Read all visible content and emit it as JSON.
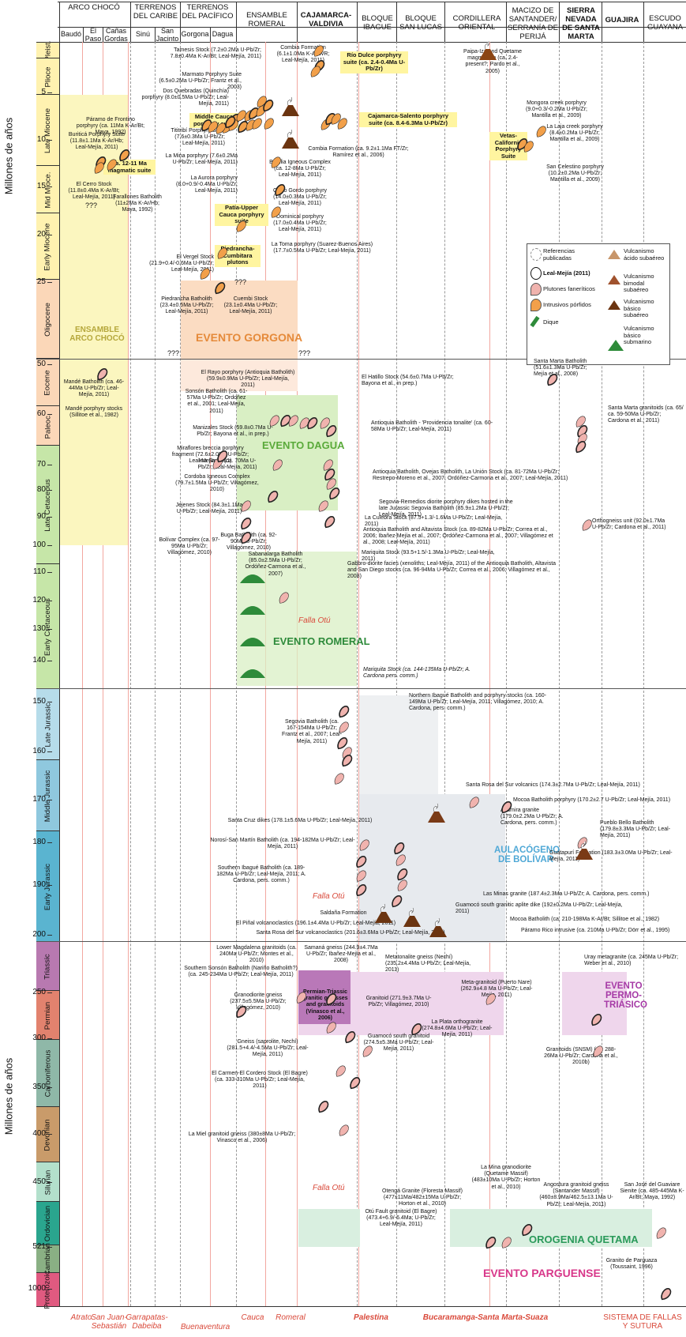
{
  "headers": {
    "arco_choco": "ARCO CHOCÓ",
    "baudo": "Baudó",
    "el_paso": "El Paso",
    "canas_gordas": "Cañas Gordas",
    "terrenos_caribe": "TERRENOS DEL CARIBE",
    "sinu": "Sinú",
    "san_jacinto": "San Jacinto",
    "terrenos_pacifico": "TERRENOS DEL PACÍFICO",
    "gorgona": "Gorgona",
    "dagua": "Dagua",
    "ensamble_romeral": "ENSAMBLE ROMERAL",
    "cajamarca_valdivia": "CAJAMARCA-VALDIVIA",
    "bloque_ibague": "BLOQUE IBAGUE",
    "bloque_san_lucas": "BLOQUE SAN LUCAS",
    "cordillera_oriental": "CORDILLERA ORIENTAL",
    "macizo": "MACIZO DE SANTANDER/ SERRANÍA DE PERIJÁ",
    "sierra_nevada": "SIERRA NEVADA DE SANTA MARTA",
    "guajira": "GUAJIRA",
    "escudo_guayana": "ESCUDO GUAYANA"
  },
  "y_axis_label": "Millones de años",
  "ticks_upper": [
    "5",
    "10",
    "15",
    "20",
    "25",
    "50",
    "60",
    "70",
    "80",
    "90",
    "100",
    "110",
    "120",
    "130",
    "140"
  ],
  "ticks_lower": [
    "150",
    "160",
    "170",
    "180",
    "190",
    "200",
    "250",
    "300",
    "350",
    "400",
    "450",
    "521",
    "1000"
  ],
  "periods": {
    "pleist": "Pleist.",
    "plioce": "Plioce",
    "late_miocene": "Late Miocene",
    "mid_mioce": "Mid Mioce.",
    "early_miocene": "Early Miocene",
    "oligocene": "Oligocene",
    "eocene": "Eocene",
    "paleoc": "Paleoc.",
    "late_cretaceous": "Late Cetaceous",
    "early_cretaceous": "Early Cretaceous",
    "late_jurassic": "Late Jurassic",
    "middle_jurassic": "Middle Jurassic",
    "early_jurassic": "Early Jurassic",
    "triassic": "Triassic",
    "permian": "Permian",
    "carboniferous": "Carboniferous",
    "devonian": "Devonian",
    "silurian": "Silurian",
    "ordovician": "Ordovician",
    "cambrian": "Cambrian",
    "proterozoic": "Proterozoic"
  },
  "events": {
    "ensamble_arco_choco": "ENSAMBLE ARCO CHOCÓ",
    "evento_gorgona": "EVENTO GORGONA",
    "evento_dagua": "EVENTO DAGUA",
    "evento_romeral": "EVENTO ROMERAL",
    "aulacogeno": "AULACÓGENO DE BOLÍVAR",
    "evento_permo": "EVENTO PERMO-TRIÁSICO",
    "orogenia_quetama": "OROGENIA QUETAMA",
    "evento_parguense": "EVENTO PARGUENSE",
    "falla_otu_1": "Falla Otú",
    "falla_otu_2": "Falla Otú",
    "falla_otu_3": "Falla Otú",
    "qqq": "???"
  },
  "highlight_boxes": {
    "rio_dulce": "Río Dulce porphyry suite (ca. 2.4-0.4Ma U-Pb/Zr)",
    "cajamarca_salento": "Cajamarca-Salento porphyry suite (ca. 8.4-6.3Ma U-Pb/Zr)",
    "middle_cauca": "Middle Cauca porphyry suite",
    "magmatic_12_11": "ca. 12-11 Ma magmatic suite",
    "patia": "Patía-Upper Cauca porphyry suite",
    "piedrancha_cumbitara": "Piedrancha-Cumbitara plutons",
    "vetas": "Vetas-California Porphyry Suite",
    "permian_triassic": "Permian-Triassic granitic gneisses and granitoids (Vinasco et al., 2006)"
  },
  "legend": {
    "referencias": "Referencias publicadas",
    "leal": "Leal-Mejía (2011)",
    "plutones": "Plutones faneríticos",
    "intrusivos": "Intrusivos pórfidos",
    "dique": "Dique",
    "v_acido": "Vulcanismo ácido subaéreo",
    "v_bimodal": "Vulcanismo bimodal subaéreo",
    "v_basico": "Vulcanismo básico subaéreo",
    "v_submarino": "Vulcanismo básico submarino"
  },
  "annotations": [
    "Tamesis Stock (7.2±0.2Ma U-Pb/Zr; 7.8±0.4Ma K-Ar/Bt; Leal-Mejía, 2011)",
    "Marmato Porphyry Suite (6.5±0.2Ma U-Pb/Zr; Frantz et al., 2003)",
    "Dos Quebradas (Quinchía) porphyry (8.0±0.5Ma U-Pb/Zr; Leal-Mejía, 2011)",
    "Combia Formation (6.1±1.0Ma K-Ar/WR; Leal-Mejía, 2011)",
    "Paipa-Iza and Quetame magmatism (ca. 2.4-present?; Pardo et al., 2005)",
    "Páramo de Frontino porphyry (ca. 11Ma K-Ar/Bt; Maya, 1992)",
    "Buriticá Porphyry Suite (11.8±1.1Ma K-Ar/Hb; Leal-Mejía, 2011)",
    "Tititribí Porphyry Suite (7.6±0.3Ma U-Pb/Zr; Leal-Mejía, 2011)",
    "Combia Formation (ca. 9.2±1.1Ma FT/Zr; Ramírez et al., 2006)",
    "Mongora creek porphyry (9.0+0.3/-0.2Ma U-Pb/Zr; Mantilla et al., 2009)",
    "La Laja creek porphyry (8.4±0.2Ma U-Pb/Zr; Mantilla et al., 2009)",
    "La Mina porphyry (7.6±0.2Ma U-Pb/Zr; Leal-Mejía, 2011)",
    "Betulia Igneous Complex (ca. 12-8Ma U-Pb/Zr; Leal-Mejía, 2011)",
    "San Celestino porphyry (10.2±0.2Ma U-Pb/Zr; Mantilla et al., 2009)",
    "El Cerro Stock (11.8±0.4Ma K-Ar/Bt; Leal-Mejía, 2011)",
    "Farallones Batholith (11±2Ma K-Ar/Hb; Maya, 1992)",
    "La Aurora porphyry (8.0+0.9/-0.4Ma U-Pb/Zr; Leal-Mejía, 2011)",
    "Cerro Gordo porphyry (14.0±0.3Ma U-Pb/Zr; Leal-Mejía, 2011)",
    "Dominical porphyry (17.0±0.4Ma U-Pb/Zr; Leal-Mejía, 2011)",
    "La Toma porphyry (Suarez-Buenos Aires) (17.7±0.5Ma U-Pb/Zr; Leal-Mejía, 2011)",
    "El Vergel Stock (21.9+0.4/-0.6Ma U-Pb/Zr; Leal-Mejía, 2011)",
    "Piedrancha Batholith (23.4±0.5Ma U-Pb/Zr; Leal-Mejía, 2011)",
    "Cuembi Stock (23.1±0.4Ma U-Pb/Zr; Leal-Mejía, 2011)",
    "El Rayo porphyry (Antioquia Batholith) (59.9±0.9Ma U-Pb/Zr; Leal-Mejía, 2011)",
    "El Hatillo Stock (54.6±0.7Ma U-Pb/Zr; Bayona et al., in prep.)",
    "Santa Marta Batholith (51.6±1.3Ma U-Pb/Zr; Mejía et al., 2008)",
    "Mandé Batholith (ca. 46-44Ma U-Pb/Zr; Leal-Mejía, 2011)",
    "Mandé porphyry stocks (Sillitoe et al., 1982)",
    "Sonsón Batholith (ca. 61-57Ma U-Pb/Zr; Ordoñez et al., 2001; Leal-Mejía, 2011)",
    "Antioquia Batholith - 'Providencia tonalite' (ca. 60-58Ma U-Pb/Zr; Leal-Mejía, 2011)",
    "Santa Marta granitoids (ca. 65/ ca. 59-50Ma U-Pb/Zr; Cardona et al., 2011)",
    "Manizales Stock (59.8±0.7Ma U-Pb/Zr; Bayona et al., in prep.)",
    "Miraflores breccia porphyry fragment (72.6±2.0Ma U-Pb/Zr; Leal-Mejía, 2011)",
    "Irra Stock (ca. 70Ma U-Pb/Zr; Leal-Mejía, 2011)",
    "Cordoba Igneous Complex (79.7±1.5Ma U-Pb/Zr; Villagómez, 2010)",
    "Antioquia Batholith, Ovejas Batholith, La Unión Stock (ca. 81-72Ma U-Pb/Zr; Restrepo-Moreno et al., 2007; Ordóñez-Carmona et al., 2007; Leal-Mejía, 2011)",
    "Segovia-Remedios diorite porphyry dikes hosted in the late Jurassic Segovia Batholith (85.9±1.2Ma U-Pb/Zr; Leal-Mejía, 2011)",
    "Jejenes Stock (84.3±1.1Ma U-Pb/Zr; Leal-Mejía, 2011)",
    "La Culebra Stock (87.5+1.3/-1.6Ma U-Pb/Zr; Leal-Mejía, 2011)",
    "Buga Batholith (ca. 92-90Ma U-Pb/Zr; Villagómez, 2010)",
    "Antioquia Batholith and Altavista Stock (ca. 89-82Ma U-Pb/Zr; Correa et al., 2006; Ibañez-Mejía et al., 2007; Ordóñez-Carmona et al., 2007; Villagómez et al., 2008; Leal-Mejía, 2011)",
    "Orthogneiss unit (92.0±1.7Ma U-Pb/Zr; Cardona et al., 2011)",
    "Bolívar Complex (ca. 97-95Ma U-Pb/Zr; Villagómez, 2010)",
    "Sabanalarga Batholith (85.0±2.5Ma U-Pb/Zr; Ordóñez-Carmona et al., 2007)",
    "Mariquita Stock (93.5+1.5/-1.3Ma U-Pb/Zr; Leal-Mejía, 2011)",
    "Gabbro-diorite facies (xenoliths; Leal-Mejía, 2011) of the Antioquia Batholith, Altavista and San Diego stocks (ca. 96-94Ma U-Pb/Zr; Correa et al., 2006; Villagómez et al., 2008)",
    "Mariquita Stock (ca. 144-135Ma U-Pb/Zr; A. Cardona pers. comm.)",
    "Northern Ibagué Batholith and porphyry stocks (ca. 160-149Ma U-Pb/Zr; Leal-Mejía, 2011; Villagómez, 2010; A. Cardona, pers. comm.)",
    "Segovia Batholith (ca. 167-154Ma U-Pb/Zr; Frantz et al., 2007; Leal-Mejía, 2011)",
    "Santa Rosa del Sur volcanics (174.3±2.7Ma U-Pb/Zr; Leal-Mejía, 2011)",
    "Mocoa Batholith porphyry (170.2±2.7 U-Pb/Zr; Leal-Mejía, 2011)",
    "Santa Cruz dikes (178.1±5.6Ma U-Pb/Zr; Leal-Mejía, 2011)",
    "Altamira granite (179.0±2.2Ma U-Pb/Zr; A. Cardona, pers. comm.)",
    "Pueblo Bello Batholith (179.8±3.3Ma U-Pb/Zr; Leal-Mejía, 2011)",
    "Norosí-San Martín Batholith (ca. 194-182Ma U-Pb/Zr; Leal-Mejía, 2011)",
    "Guatapurí Formation (183.3±3.0Ma U-Pb/Zr; Leal-Mejía, 2011)",
    "Southern Ibagué Batholith (ca. 189-182Ma U-Pb/Zr; Leal-Mejía, 2011; A. Cardona, pers. comm.)",
    "Las Minas granite (187.4±2.3Ma U-Pb/Zr; A. Cardona, pers. comm.)",
    "Saldaña Formation",
    "Guamocó south granitic aplite dike (192±0.2Ma U-Pb/Zr; Leal-Mejía, 2011)",
    "El Piñal volcanoclastics (196.1±4.4Ma U-Pb/Zr; Leal-Mejía, 2011)",
    "Mocoa Batholith (ca. 210-198Ma K-Ar/Bt; Sillitoe et al., 1982)",
    "Santa Rosa del Sur volcanoclastics (201.6±3.6Ma U-Pb/Zr; Leal-Mejía, 2011)",
    "Páramo Rico intrusive (ca. 210Ma U-Pb/Zr; Dörr et al., 1995)",
    "Lower Magdalena granitoids (ca. 240Ma U-Pb/Zr; Montes et al., 2010)",
    "Samaná gneiss (244.9±4.7Ma U-Pb/Zr; Ibañez-Mejía et al., 2008)",
    "Metatonalite gneiss (Nechí) (235.2±4.4Ma U-Pb/Zr; Leal-Mejía, 2011)",
    "Uray metagranite (ca. 245Ma U-Pb/Zr; Weber et al., 2010)",
    "Southern Sonsón Batholith (Nariño Batholith?) (ca. 245-234Ma U-Pb/Zr; Leal-Mejía, 2011)",
    "Meta-granitoid (Puerto Nare) (262.9±4.8 Ma U-Pb/Zr; Leal-Mejía, 2011)",
    "Granodiorite gneiss (237.5±5.5Ma U-Pb/Zr; Villagómez, 2010)",
    "Granitoid (271.9±3.7Ma U-Pb/Zr; Villagómez, 2010)",
    "Gneiss (saprolite, Nechí) (281.5+4.4/-4.5Ma U-Pb/Zr; Leal-Mejía, 2011)",
    "Guamocó south granitoid (274.5±5.3Ma U-Pb/Zr; Leal-Mejía, 2011)",
    "La Plata orthogranite (274.8±4.6Ma U-Pb/Zr; Leal-Mejía, 2011)",
    "Granitoids (SNSM) (ca. 288-26Ma U-Pb/Zr; Cardona et al., 2010b)",
    "El Carmen-El Cordero Stock (El Bagre) (ca. 333-310Ma U-Pb/Zr; Leal-Mejía, 2011)",
    "La Miel granitoid gneiss (380±8Ma U-Pb/Zr; Vinasco et al., 2006)",
    "Otengá Granite (Floresta Massif) (477±11Ma/482±15Ma U-Pb/Zr; Horton et al., 2010)",
    "La Mina granodiorite (Quetame Massif) (483±10Ma U-Pb/Zr; Horton et al., 2010)",
    "Angostura granitoid gneiss (Santander Massif) (460±8.9Ma/462.5±13.1Ma U-Pb/Zr; Leal-Mejía, 2011)",
    "San José del Guaviare Sienite (ca. 485-445Ma K-Ar/Bt; Maya, 1992)",
    "Otú Fault granitoid (El Bagre) (473.4+6.9/-6.4Ma; U-Pb/Zr; Leal-Mejía, 2011)",
    "Granito de Parguaza (Toussaint, 1996)"
  ],
  "faults": [
    "Atrato",
    "San Juan-Sebastián",
    "Garrapatas-Dabeiba",
    "Buenaventura",
    "Cauca",
    "Romeral",
    "Palestina",
    "Bucaramanga-Santa Marta-Suaza",
    "SISTEMA DE FALLAS Y SUTURA"
  ],
  "colors": {
    "pluton": "#f0b3ae",
    "porphyry": "#f2a04a",
    "volcanic": "#8b4513",
    "submarine": "#2e8b3a",
    "fault_line": "#e8675a",
    "yellow_band": "#fbf6bf",
    "orange_band": "#fbdcc2",
    "green_band": "#d9efc4",
    "purple_band": "#e9c6e6",
    "grey_band": "#e7eaee"
  }
}
